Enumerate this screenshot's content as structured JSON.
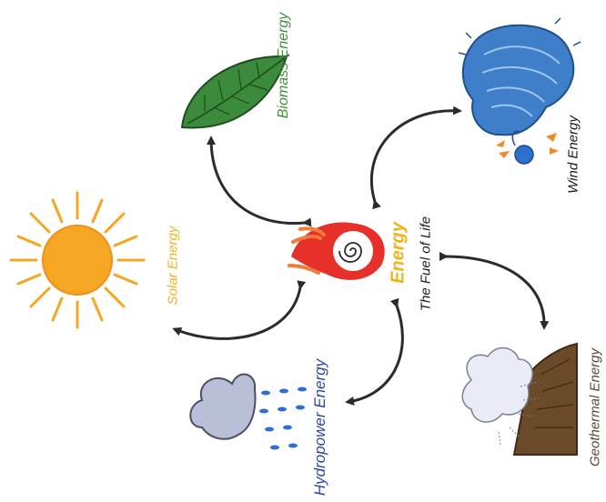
{
  "center": {
    "title": "Energy",
    "subtitle": "The Fuel of Life",
    "title_color": "#f2b21a",
    "subtitle_color": "#1a1a1a"
  },
  "sources": [
    {
      "id": "biomass",
      "label": "Biomass Energy",
      "color": "#3f8f3a",
      "icon": "leaf-icon"
    },
    {
      "id": "wind",
      "label": "Wind Energy",
      "color": "#1a1a1a",
      "icon": "wind-icon"
    },
    {
      "id": "solar",
      "label": "Solar Energy",
      "color": "#f2b21a",
      "icon": "sun-icon"
    },
    {
      "id": "hydropower",
      "label": "Hydropower Energy",
      "color": "#2d47a8",
      "icon": "rain-cloud-icon"
    },
    {
      "id": "geothermal",
      "label": "Geothermal Energy",
      "color": "#5a4632",
      "icon": "volcano-icon"
    }
  ],
  "colors": {
    "arrow": "#2b2b2b",
    "flame_outer": "#e8302a",
    "flame_inner": "#f47b3a",
    "leaf": "#3c8a3c",
    "sun": "#f5a623",
    "wind": "#3f7fc9",
    "cloud": "#b9bfd6",
    "rain": "#2f6fd0",
    "volcano": "#6b4a2a"
  }
}
